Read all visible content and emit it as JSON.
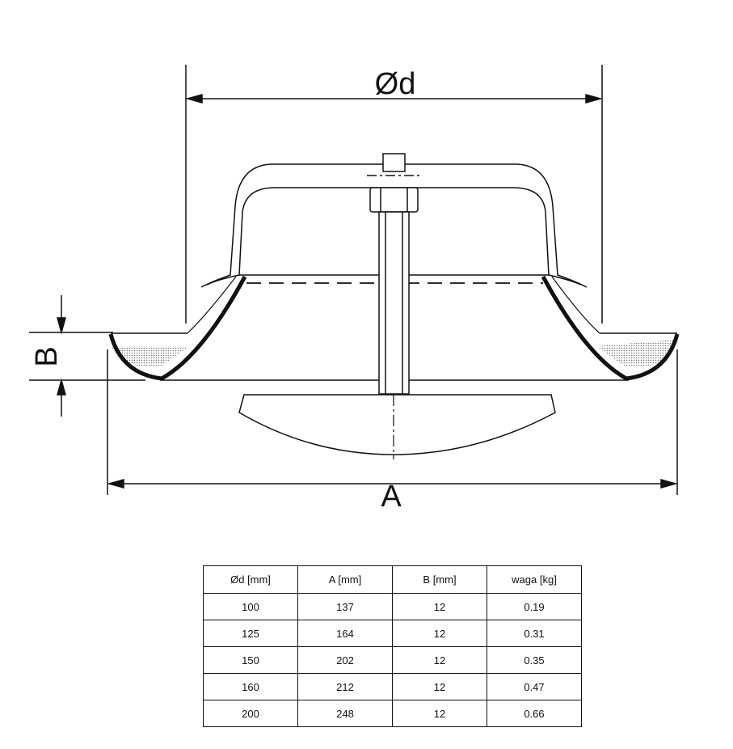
{
  "drawing": {
    "dim_diameter": "Ød",
    "dim_A": "A",
    "dim_B": "B"
  },
  "table": {
    "headers": [
      "Ød [mm]",
      "A [mm]",
      "B [mm]",
      "waga [kg]"
    ],
    "rows": [
      [
        "100",
        "137",
        "12",
        "0.19"
      ],
      [
        "125",
        "164",
        "12",
        "0.31"
      ],
      [
        "150",
        "202",
        "12",
        "0.35"
      ],
      [
        "160",
        "212",
        "12",
        "0.47"
      ],
      [
        "200",
        "248",
        "12",
        "0.66"
      ]
    ]
  }
}
